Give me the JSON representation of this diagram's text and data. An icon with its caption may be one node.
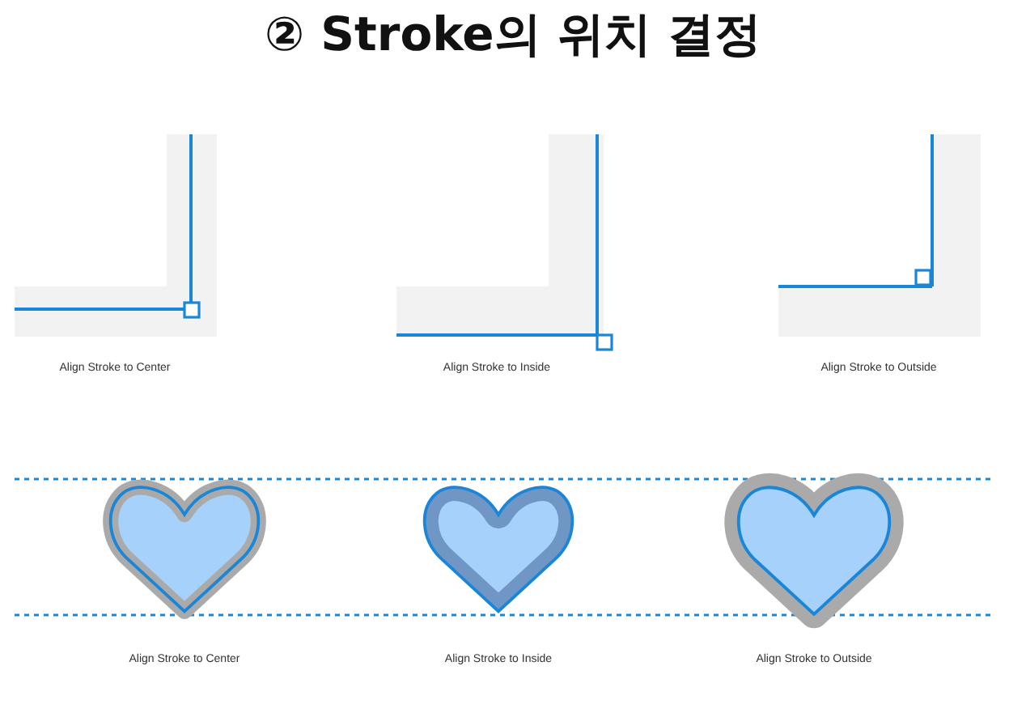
{
  "diagram": {
    "title": "② Stroke의 위치 결정",
    "labels": [
      "Align Stroke to Center",
      "Align Stroke to Inside",
      "Align Stroke to Outside",
      "Align Stroke to Center",
      "Align Stroke to Inside",
      "Align Stroke to Outside"
    ]
  }
}
